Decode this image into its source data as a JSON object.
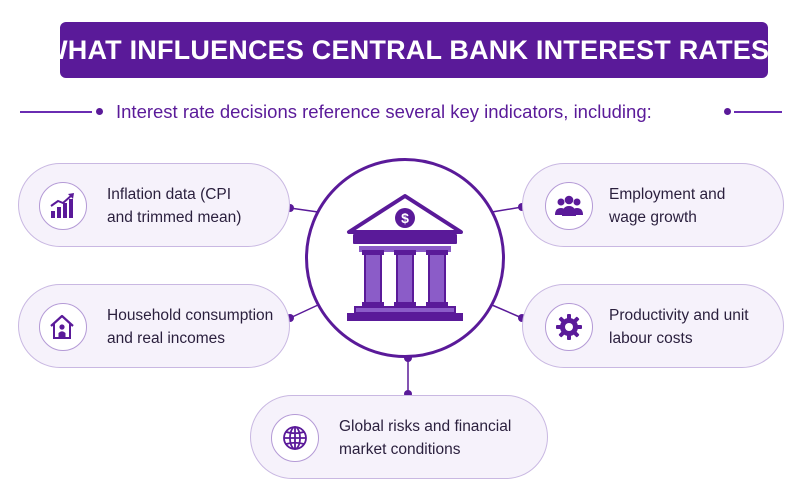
{
  "title": "WHAT INFLUENCES CENTRAL BANK INTEREST RATES?",
  "subtitle": "Interest rate decisions reference several key indicators, including:",
  "colors": {
    "primary": "#5a1a99",
    "card_bg": "#f6f2fb",
    "card_border": "#c9b8e2",
    "text": "#2a1f3d"
  },
  "center": {
    "icon": "bank-building-dollar-icon"
  },
  "factors": [
    {
      "id": "inflation",
      "icon": "growth-chart-icon",
      "line1": "Inflation data (CPI",
      "line2": "and trimmed mean)"
    },
    {
      "id": "household",
      "icon": "house-person-icon",
      "line1": "Household consumption",
      "line2": "and real incomes"
    },
    {
      "id": "employment",
      "icon": "people-group-icon",
      "line1": "Employment and",
      "line2": "wage growth"
    },
    {
      "id": "productivity",
      "icon": "gear-icon",
      "line1": "Productivity and unit",
      "line2": "labour costs"
    },
    {
      "id": "global",
      "icon": "globe-icon",
      "line1": "Global risks and financial",
      "line2": "market conditions"
    }
  ]
}
